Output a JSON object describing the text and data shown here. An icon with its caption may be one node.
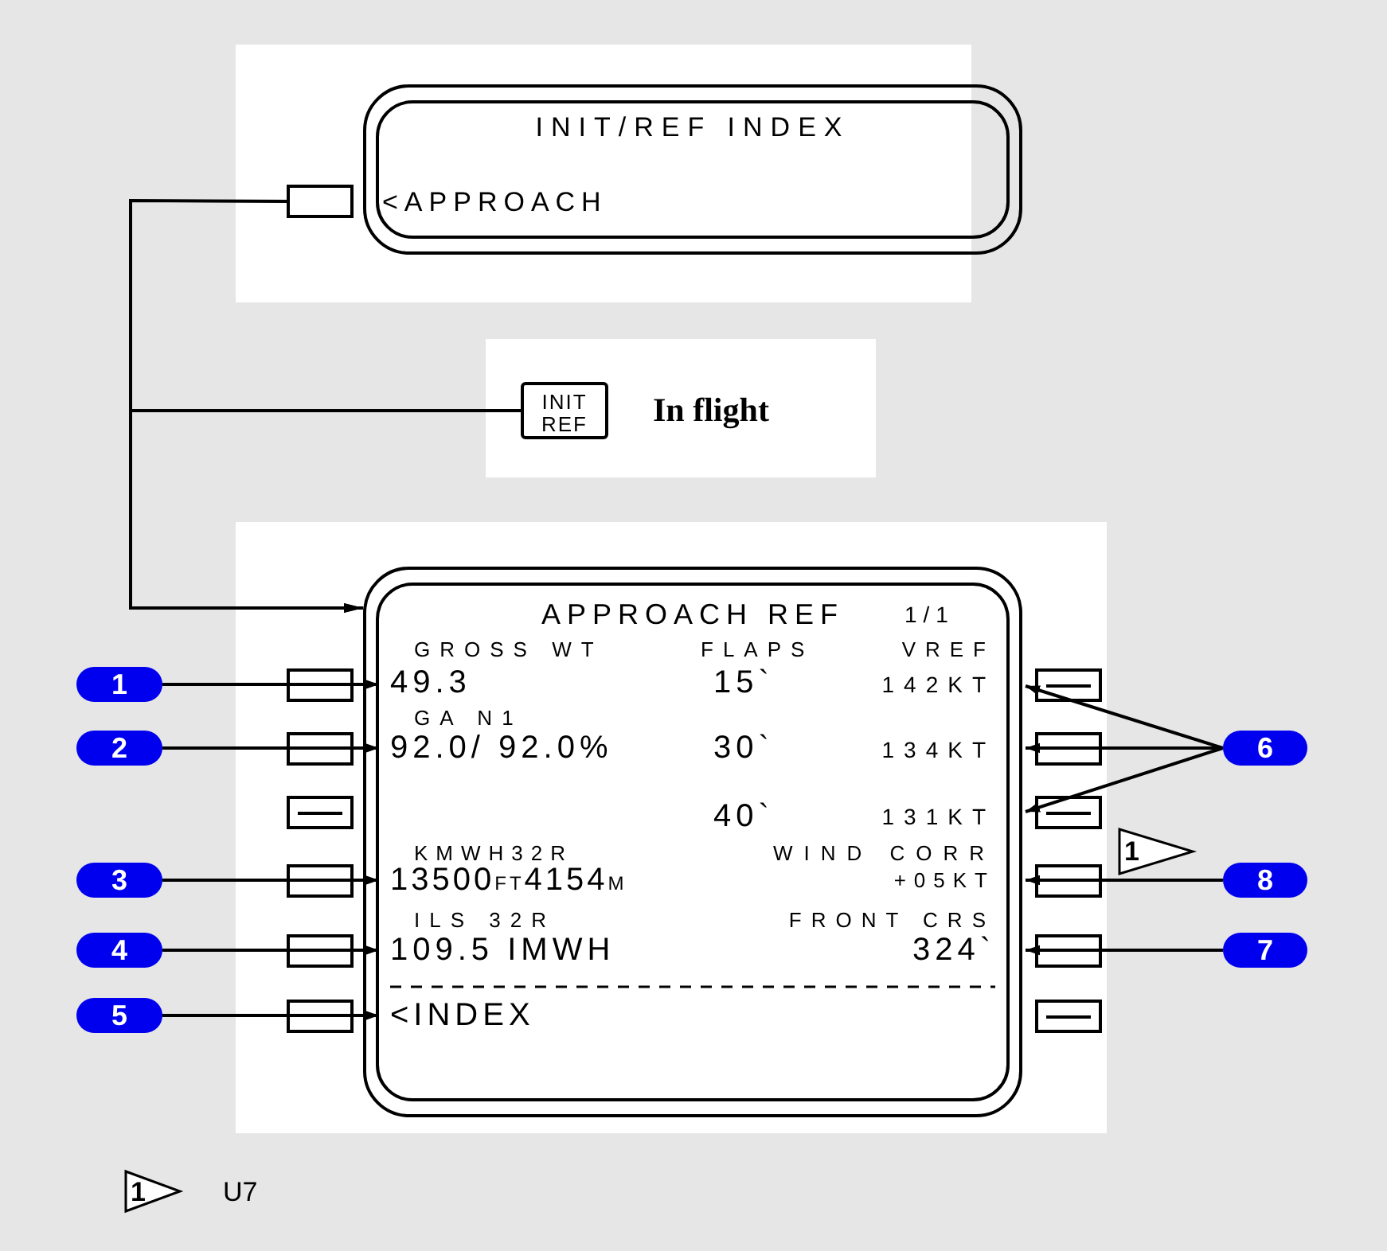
{
  "diagram": {
    "nodes": [
      {
        "text": [
          "INIT/REF INDEX",
          "<APPROACH"
        ]
      },
      {
        "text": [],
        "shape": "box"
      },
      {
        "text": [
          "INIT REF"
        ],
        "beside": [
          "In flight"
        ]
      },
      {
        "text": [
          "APPROACH REF",
          "1/1",
          "GROSS WT",
          "FLAPS",
          "VREF",
          "49.3",
          "15`",
          "142KT",
          "GA N1",
          "92.0/ 92.0%",
          "30`",
          "134KT",
          "40`",
          "131KT",
          "KMWH32R",
          "WIND CORR",
          "13500",
          "FT",
          "4154",
          "M",
          "+05KT",
          "ILS 32R",
          "FRONT CRS",
          "109.5 IMWH",
          "324`",
          "<INDEX"
        ]
      },
      {
        "text": [],
        "shape": "box"
      },
      {
        "text": [],
        "shape": "box"
      },
      {
        "text": [],
        "shape": "box"
      },
      {
        "text": [],
        "shape": "box"
      },
      {
        "text": [],
        "shape": "box"
      },
      {
        "text": [],
        "shape": "box"
      },
      {
        "text": [],
        "shape": "box"
      },
      {
        "text": [],
        "shape": "box"
      },
      {
        "text": [],
        "shape": "box"
      },
      {
        "text": [],
        "shape": "box"
      },
      {
        "text": [],
        "shape": "box"
      },
      {
        "text": [],
        "shape": "box"
      },
      {
        "text": [
          "1"
        ]
      },
      {
        "text": [
          "2"
        ]
      },
      {
        "text": [
          "3"
        ]
      },
      {
        "text": [
          "4"
        ]
      },
      {
        "text": [
          "5"
        ]
      },
      {
        "text": [
          "6"
        ]
      },
      {
        "text": [
          "1"
        ]
      },
      {
        "text": [
          "8"
        ]
      },
      {
        "text": [
          "7"
        ]
      },
      {
        "text": [
          "1"
        ],
        "beside": [
          "U7"
        ]
      }
    ],
    "edges": [
      {
        "from": 1,
        "to": 3,
        "arrow": "to"
      },
      {
        "from": 2,
        "to": 3,
        "arrow": "to"
      },
      {
        "from": 16,
        "to": 3,
        "arrow": "to"
      },
      {
        "from": 17,
        "to": 3,
        "arrow": "to"
      },
      {
        "from": 18,
        "to": 3,
        "arrow": "to"
      },
      {
        "from": 19,
        "to": 3,
        "arrow": "to"
      },
      {
        "from": 20,
        "to": 3,
        "arrow": "to"
      },
      {
        "from": 21,
        "to": 3,
        "arrow": "to"
      },
      {
        "from": 21,
        "to": 3,
        "arrow": "to"
      },
      {
        "from": 21,
        "to": 3,
        "arrow": "to"
      },
      {
        "from": 23,
        "to": 3,
        "arrow": "to"
      },
      {
        "from": 24,
        "to": 3,
        "arrow": "to"
      }
    ]
  }
}
